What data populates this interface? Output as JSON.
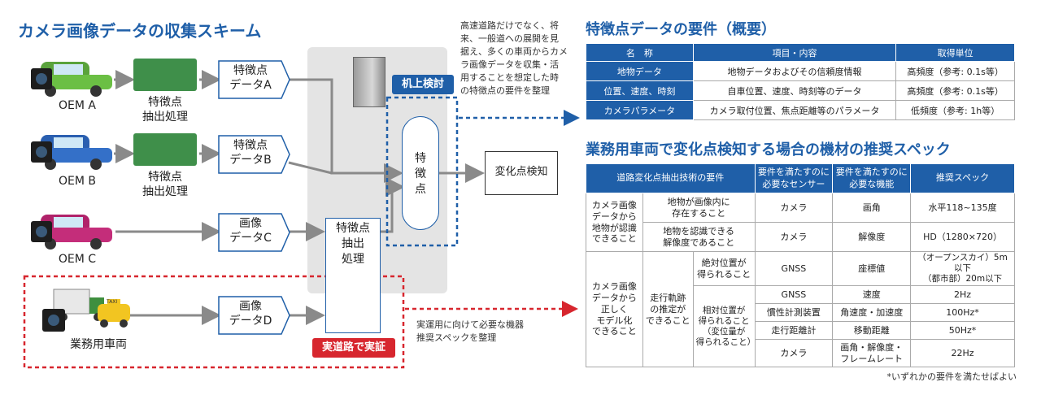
{
  "left": {
    "title": "カメラ画像データの収集スキーム",
    "vehicles": [
      {
        "label": "OEM A"
      },
      {
        "label": "OEM B"
      },
      {
        "label": "OEM C"
      },
      {
        "label": "業務用車両"
      }
    ],
    "extract_label": "特徴点\n抽出処理",
    "data_boxes": [
      "特徴点\nデータA",
      "特徴点\nデータB",
      "画像\nデータC",
      "画像\nデータD"
    ],
    "desk_study": "机上検討",
    "feature_pill": "特\n徴\n点",
    "change_detection": "変化点検知",
    "feature_process": "特徴点\n抽出\n処理",
    "real_road": "実道路で実証",
    "note_top": "高速道路だけでなく、将\n来、一般道への展開を見\n据え、多くの車両からカメ\nラ画像データを収集・活\n用することを想定した時\nの特徴点の要件を整理",
    "note_bottom": "実運用に向けて必要な機器\n推奨スペックを整理",
    "taxi": "TAXI"
  },
  "table1": {
    "title": "特徴点データの要件（概要）",
    "headers": [
      "名　称",
      "項目・内容",
      "取得単位"
    ],
    "rows": [
      [
        "地物データ",
        "地物データおよびその信頼度情報",
        "高頻度（参考: 0.1s等）"
      ],
      [
        "位置、速度、時刻",
        "自車位置、速度、時刻等のデータ",
        "高頻度（参考: 0.1s等）"
      ],
      [
        "カメラパラメータ",
        "カメラ取付位置、焦点距離等のパラメータ",
        "低頻度（参考: 1h等）"
      ]
    ]
  },
  "table2": {
    "title": "業務用車両で変化点検知する場合の機材の推奨スペック",
    "headers": [
      "道路変化点抽出技術の要件",
      "要件を満たすのに\n必要なセンサー",
      "要件を満たすのに\n必要な機能",
      "推奨スペック"
    ],
    "group1": "カメラ画像\nデータから\n地物が認識\nできること",
    "g1_rows": [
      [
        "地物が画像内に\n存在すること",
        "カメラ",
        "画角",
        "水平118~135度"
      ],
      [
        "地物を認識できる\n解像度であること",
        "カメラ",
        "解像度",
        "HD（1280×720）"
      ]
    ],
    "group2": "カメラ画像\nデータから\n正しく\nモデル化\nできること",
    "sub2": "走行軌跡\nの推定が\nできること",
    "abs_req": "絶対位置が\n得られること",
    "abs_row": [
      "GNSS",
      "座標値",
      "（オープンスカイ）5m以下\n（都市部）20m以下"
    ],
    "rel_req": "相対位置が\n得られること\n（変位量が\n得られること）",
    "rel_rows": [
      [
        "GNSS",
        "速度",
        "2Hz"
      ],
      [
        "慣性計測装置",
        "角速度・加速度",
        "100Hz*"
      ],
      [
        "走行距離計",
        "移動距離",
        "50Hz*"
      ],
      [
        "カメラ",
        "画角・解像度・\nフレームレート",
        "22Hz"
      ]
    ],
    "footnote": "*いずれかの要件を満たせばよい"
  },
  "colors": {
    "blue": "#1f5fa8",
    "red": "#d7262e",
    "gray_panel": "#e4e4e4",
    "arrow_gray": "#8a8a8a"
  }
}
